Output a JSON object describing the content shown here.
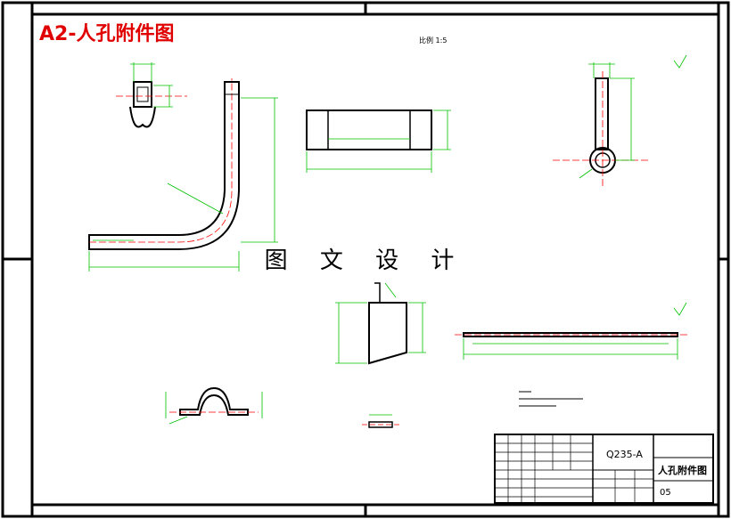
{
  "header": {
    "title": "A2-人孔附件图"
  },
  "watermark": "图 文 设 计",
  "views": {
    "scale_note": "比例 1:5"
  },
  "title_block": {
    "material": "Q235-A",
    "drawing_name": "人孔附件图",
    "sheet_no": "05"
  },
  "colors": {
    "border": "#000000",
    "outline": "#000000",
    "dimension": "#00c000",
    "centerline": "#ff0000",
    "title_red": "#e00000"
  }
}
